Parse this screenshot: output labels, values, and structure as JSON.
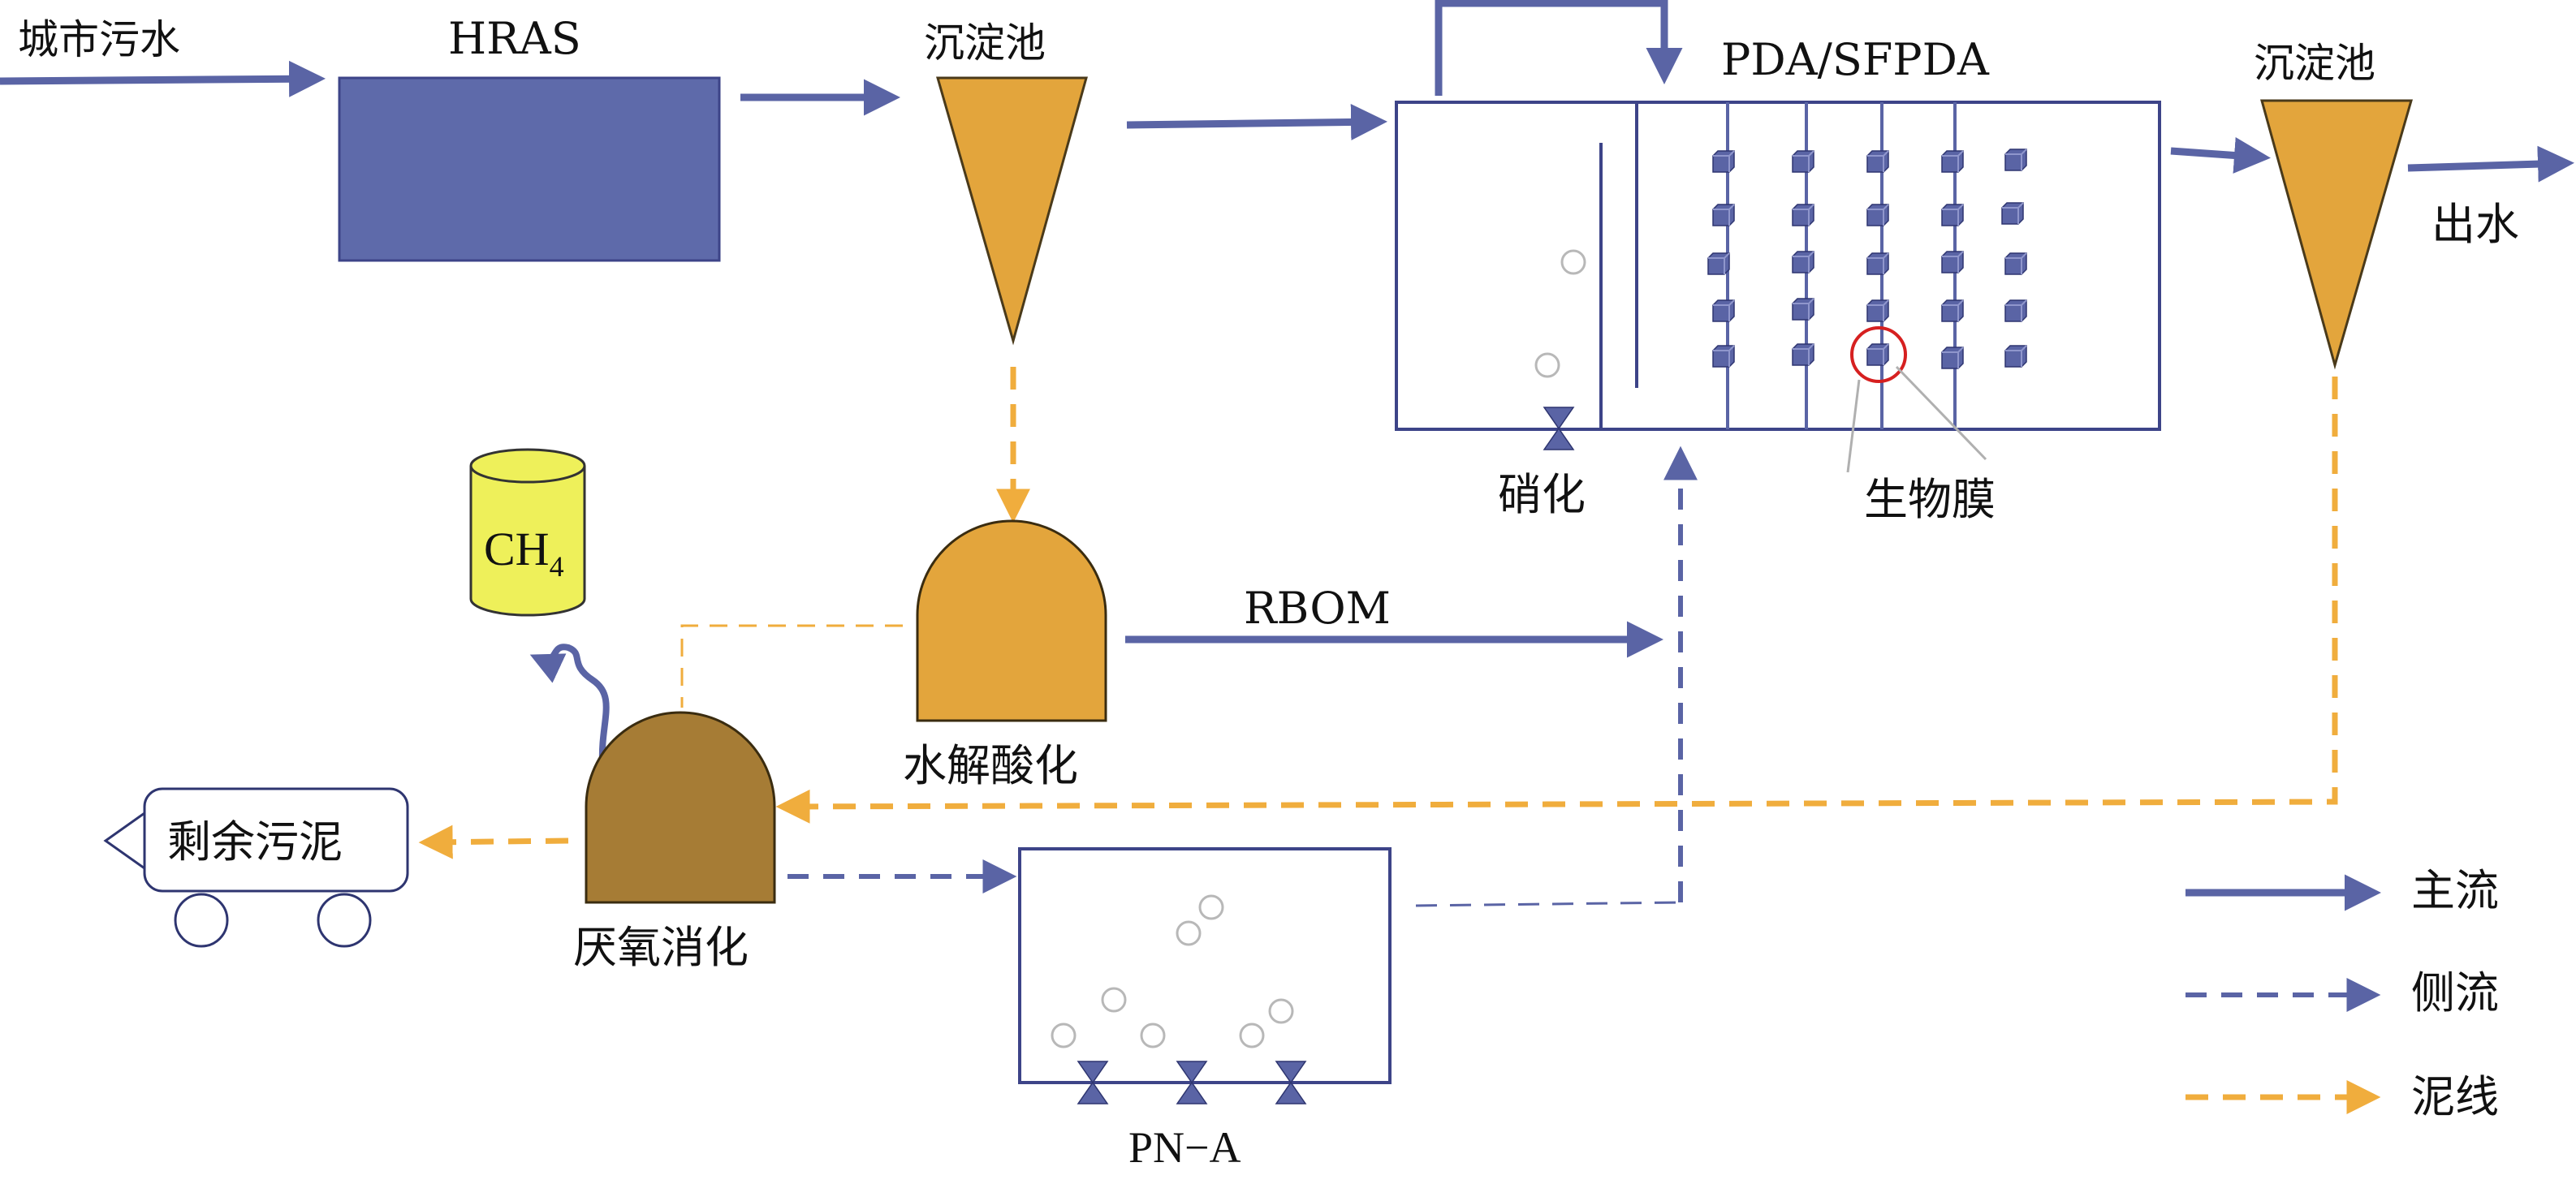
{
  "labels": {
    "influent": "城市污水",
    "hras": "HRAS",
    "clarifier_1": "沉淀池",
    "reactor": "PDA/SFPDA",
    "clarifier_2": "沉淀池",
    "effluent": "出水",
    "nitrification": "硝化",
    "biofilm": "生物膜",
    "hydrolysis": "水解酸化",
    "rbom": "RBOM",
    "methane_main": "CH",
    "methane_sub": "4",
    "anaerobic_digestion": "厌氧消化",
    "excess_sludge": "剩余污泥",
    "pna": "PN−A"
  },
  "legend": [
    {
      "key": "main",
      "label": "主流"
    },
    {
      "key": "side",
      "label": "侧流"
    },
    {
      "key": "sludge",
      "label": "泥线"
    }
  ],
  "colors": {
    "main_flow": "#5a64a5",
    "sludge_line": "#f0ad3d",
    "hras_fill": "#5e6aaa",
    "clarifier_fill": "#e3a53c",
    "hydrolysis_fill": "#e3a53c",
    "digester_fill": "#a67c35",
    "methane_fill": "#eef05a",
    "carrier_fill": "#5a64a5",
    "highlight_circle": "#d62020"
  }
}
